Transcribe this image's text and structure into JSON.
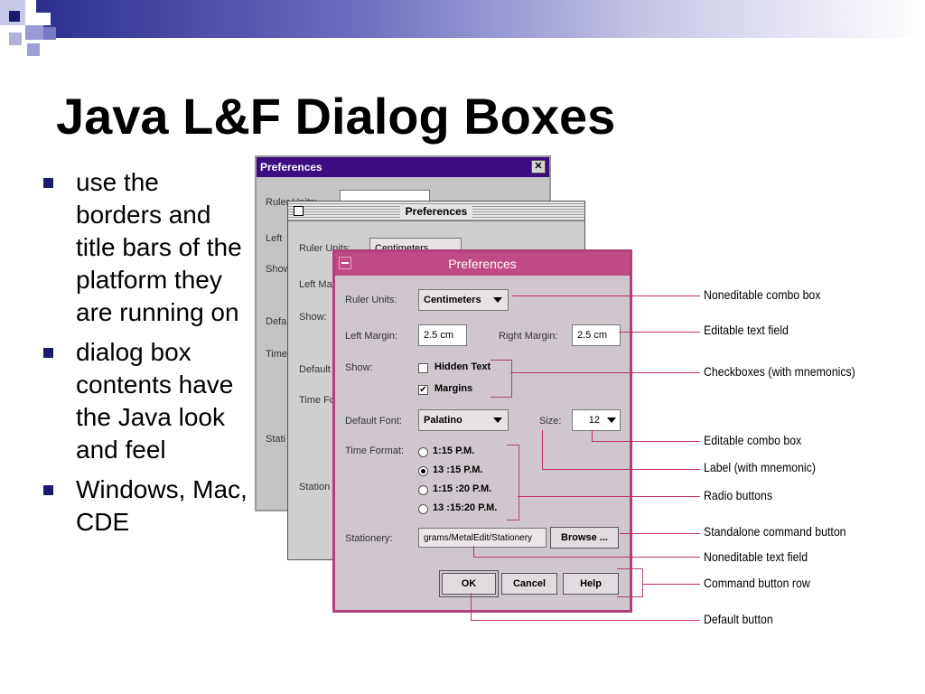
{
  "slide": {
    "title": "Java L&F Dialog Boxes",
    "bullets": [
      "use the borders and title bars of the platform they are running on",
      "dialog box contents have the Java look and feel",
      "Windows, Mac, CDE"
    ]
  },
  "colors": {
    "accent": "#1a1a6e",
    "windows_titlebar": "#3d0c80",
    "cde_titlebar": "#c04a84",
    "leader_lines": "#c0306a"
  },
  "windows_dialog": {
    "title": "Preferences",
    "close_glyph": "✕",
    "visible_labels": [
      "Ruler Units:",
      "Left",
      "Show",
      "Defa",
      "Time",
      "Stati"
    ]
  },
  "mac_dialog": {
    "title": "Preferences",
    "visible_labels": [
      "Ruler Units:",
      "Left Ma",
      "Show:",
      "Default",
      "Time Fo",
      "Station"
    ],
    "ruler_value": "Centimeters"
  },
  "cde_dialog": {
    "title": "Preferences",
    "ruler_units_label": "Ruler Units:",
    "ruler_units_value": "Centimeters",
    "left_margin_label": "Left Margin:",
    "left_margin_value": "2.5 cm",
    "right_margin_label": "Right Margin:",
    "right_margin_value": "2.5 cm",
    "show_label": "Show:",
    "hidden_text_label": "Hidden Text",
    "hidden_text_checked": false,
    "margins_label": "Margins",
    "margins_checked": true,
    "default_font_label": "Default Font:",
    "default_font_value": "Palatino",
    "size_label": "Size:",
    "size_value": "12",
    "time_format_label": "Time Format:",
    "time_options": [
      "1:15  P.M.",
      "13 :15  P.M.",
      "1:15 :20  P.M.",
      "13 :15:20  P.M."
    ],
    "time_selected_index": 1,
    "stationery_label": "Stationery:",
    "stationery_value": "grams/MetalEdit/Stationery",
    "browse_label": "Browse ...",
    "ok_label": "OK",
    "cancel_label": "Cancel",
    "help_label": "Help"
  },
  "annotations": [
    "Noneditable combo box",
    "Editable text field",
    "Checkboxes (with mnemonics)",
    "Editable combo box",
    "Label (with mnemonic)",
    "Radio buttons",
    "Standalone command button",
    "Noneditable text field",
    "Command button row",
    "Default button"
  ]
}
